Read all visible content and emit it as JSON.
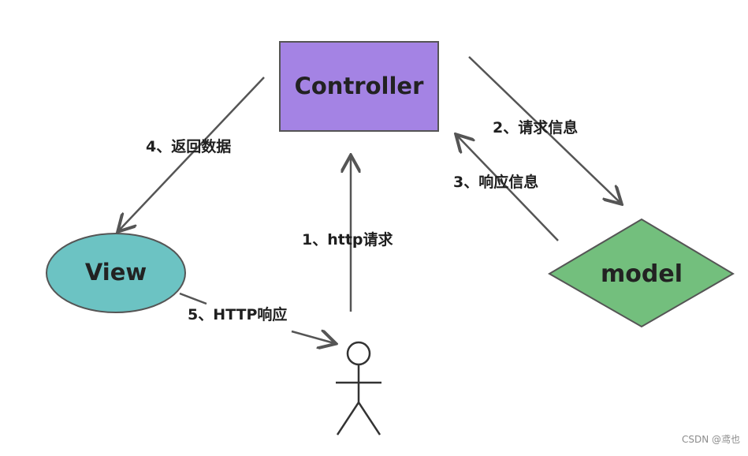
{
  "nodes": {
    "controller": {
      "label": "Controller",
      "color": "#a483e4"
    },
    "view": {
      "label": "View",
      "color": "#6cc3c3"
    },
    "model": {
      "label": "model",
      "color": "#73bf7d"
    }
  },
  "edges": {
    "http_request": "1、http请求",
    "request_info": "2、请求信息",
    "response_info": "3、响应信息",
    "return_data": "4、返回数据",
    "http_response": "5、HTTP响应"
  },
  "colors": {
    "stroke": "#555555",
    "arrow": "#555555"
  },
  "watermark": "CSDN @鸢也"
}
